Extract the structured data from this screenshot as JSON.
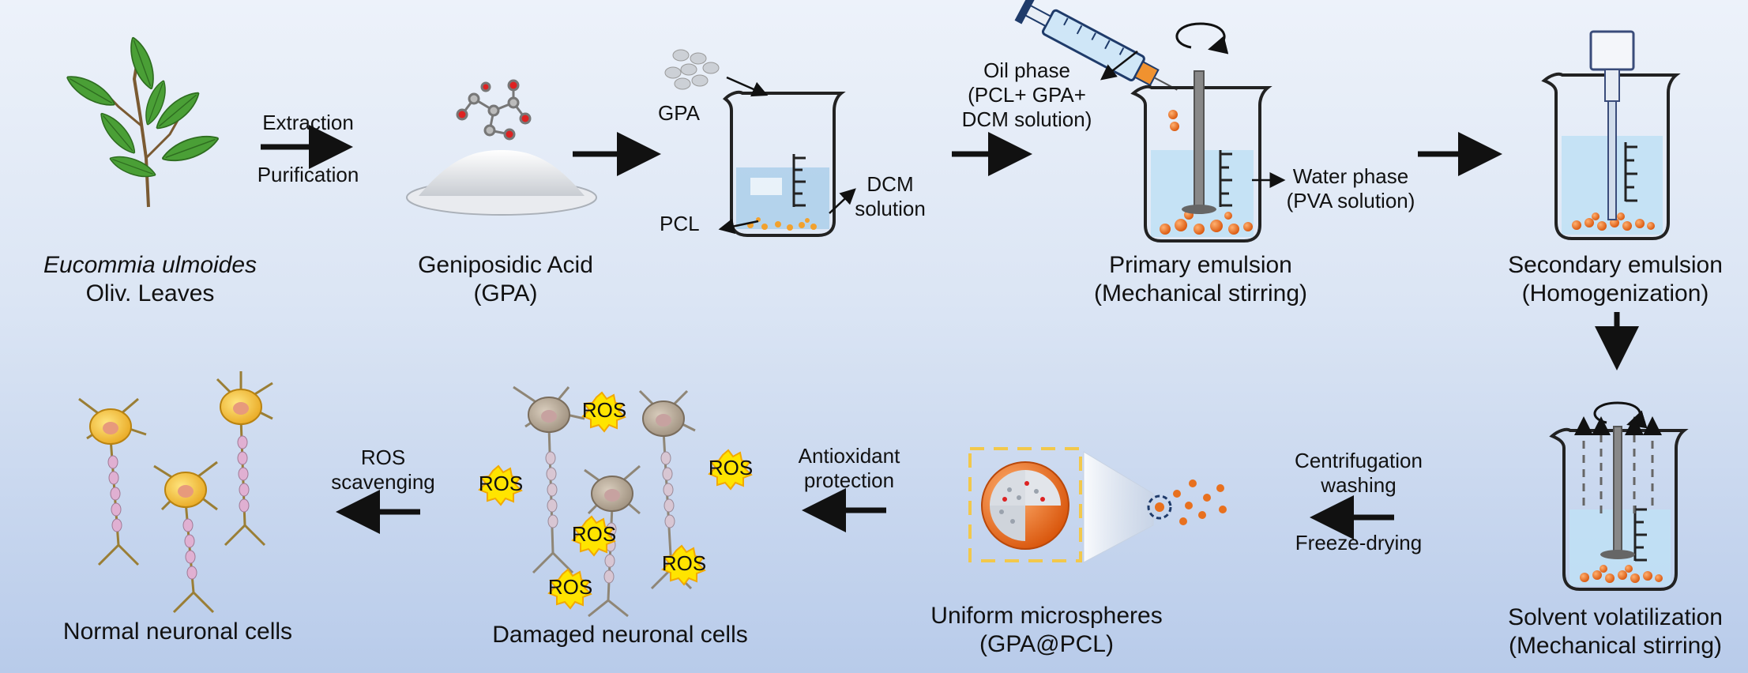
{
  "process": {
    "source": {
      "name_italic": "Eucommia ulmoides",
      "name_rest": "Oliv. Leaves"
    },
    "step_extract": {
      "line1": "Extraction",
      "line2": "Purification"
    },
    "gpa": {
      "name": "Geniposidic Acid",
      "abbr": "(GPA)"
    },
    "beaker1": {
      "gpa_label": "GPA",
      "pcl_label": "PCL",
      "dcm_line1": "DCM",
      "dcm_line2": "solution"
    },
    "oil_phase": {
      "line1": "Oil phase",
      "line2": "(PCL+ GPA+",
      "line3": "DCM solution)"
    },
    "water_phase": {
      "line1": "Water phase",
      "line2": "(PVA solution)"
    },
    "primary": {
      "line1": "Primary emulsion",
      "line2": "(Mechanical stirring)"
    },
    "secondary": {
      "line1": "Secondary emulsion",
      "line2": "(Homogenization)"
    },
    "solvent": {
      "line1": "Solvent volatilization",
      "line2": "(Mechanical stirring)"
    },
    "centrifuge": {
      "line1": "Centrifugation",
      "line2": "washing",
      "line3": "Freeze-drying"
    },
    "microspheres": {
      "line1": "Uniform microspheres",
      "line2": "(GPA@PCL)"
    },
    "antioxidant": {
      "line1": "Antioxidant",
      "line2": "protection"
    },
    "damaged": {
      "label": "Damaged neuronal cells",
      "ros": "ROS"
    },
    "ros_scavenging": {
      "line1": "ROS",
      "line2": "scavenging"
    },
    "normal": {
      "label": "Normal neuronal cells"
    }
  },
  "colors": {
    "accent_orange": "#e8701e",
    "liquid_blue": "#bfe0f4",
    "neuron_yellow": "#f2c23a",
    "ros_yellow": "#ffe400",
    "axon_pink": "#d8a6c6"
  }
}
